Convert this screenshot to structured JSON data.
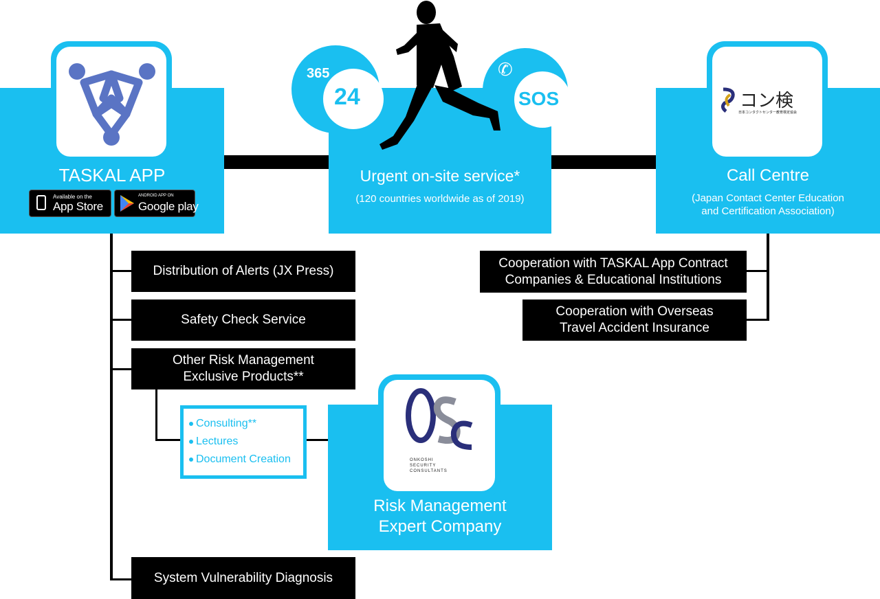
{
  "taskal": {
    "title": "TASKAL APP",
    "app_store_small": "Available on the",
    "app_store_big": "App Store",
    "google_small": "ANDROID APP ON",
    "google_big": "Google play"
  },
  "urgent": {
    "title": "Urgent on-site service*",
    "subtitle": "(120 countries worldwide as of 2019)",
    "badge_365": "365",
    "badge_24": "24",
    "badge_sos": "SOS"
  },
  "call_centre": {
    "title": "Call Centre",
    "subtitle_line1": "(Japan Contact Center Education",
    "subtitle_line2": "and Certification Association)",
    "logo_text": "コン検",
    "logo_subtext": "日本コンタクトセンター教育検定協会"
  },
  "left_items": {
    "alerts": "Distribution of Alerts (JX Press)",
    "safety": "Safety Check Service",
    "other_line1": "Other Risk Management",
    "other_line2": "Exclusive Products**",
    "vulnerability": "System Vulnerability Diagnosis"
  },
  "sub_list": [
    "Consulting**",
    "Lectures",
    "Document Creation"
  ],
  "right_items": {
    "coop1_line1": "Cooperation with TASKAL App Contract",
    "coop1_line2": "Companies & Educational Institutions",
    "coop2_line1": "Cooperation with Overseas",
    "coop2_line2": "Travel Accident Insurance"
  },
  "risk": {
    "title_line1": "Risk Management",
    "title_line2": "Expert Company",
    "logo_letters": "OSC",
    "logo_line1": "ONKOSHI",
    "logo_line2": "SECURITY",
    "logo_line3": "CONSULTANTS"
  },
  "colors": {
    "accent": "#1abff0",
    "dark": "#000000",
    "logo_navy": "#2a2f7a",
    "taskal_logo": "#5a74c4"
  }
}
